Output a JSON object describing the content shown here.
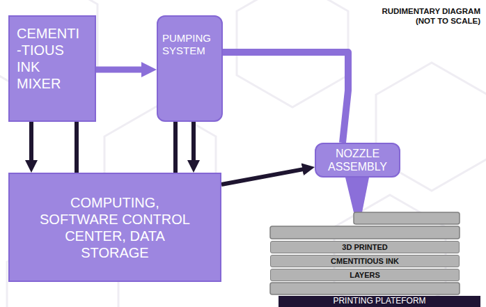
{
  "diagram": {
    "nodes": [
      {
        "text": [
          "CEMENTI -TIOUS INK MIXER"
        ]
      },
      {
        "text": [
          "PUMPING SYSTEM"
        ]
      },
      {
        "text": [
          "NOZZLE ASSEMBLY"
        ]
      },
      {
        "text": [
          "COMPUTING, SOFTWARE CONTROL CENTER, DATA STORAGE"
        ]
      },
      {
        "text": [
          "3D PRINTED"
        ]
      },
      {
        "text": [
          "CMENTITIOUS INK"
        ]
      },
      {
        "text": [
          "LAYERS"
        ]
      },
      {
        "text": [
          "PRINTING PLATEFORM"
        ]
      }
    ],
    "edges": [
      {
        "from": 0,
        "to": 1,
        "arrow": "to"
      },
      {
        "from": 0,
        "to": 3,
        "arrow": "to"
      },
      {
        "from": 3,
        "to": 0,
        "arrow": "to"
      },
      {
        "from": 3,
        "to": 1,
        "arrow": "to"
      },
      {
        "from": 1,
        "to": 3,
        "arrow": "to"
      },
      {
        "from": 3,
        "to": 2,
        "arrow": "to"
      },
      {
        "from": 1,
        "to": 2,
        "arrow": "none"
      }
    ],
    "labels": [
      "RUDIMENTARY DIAGRAM (NOT TO SCALE)"
    ]
  }
}
